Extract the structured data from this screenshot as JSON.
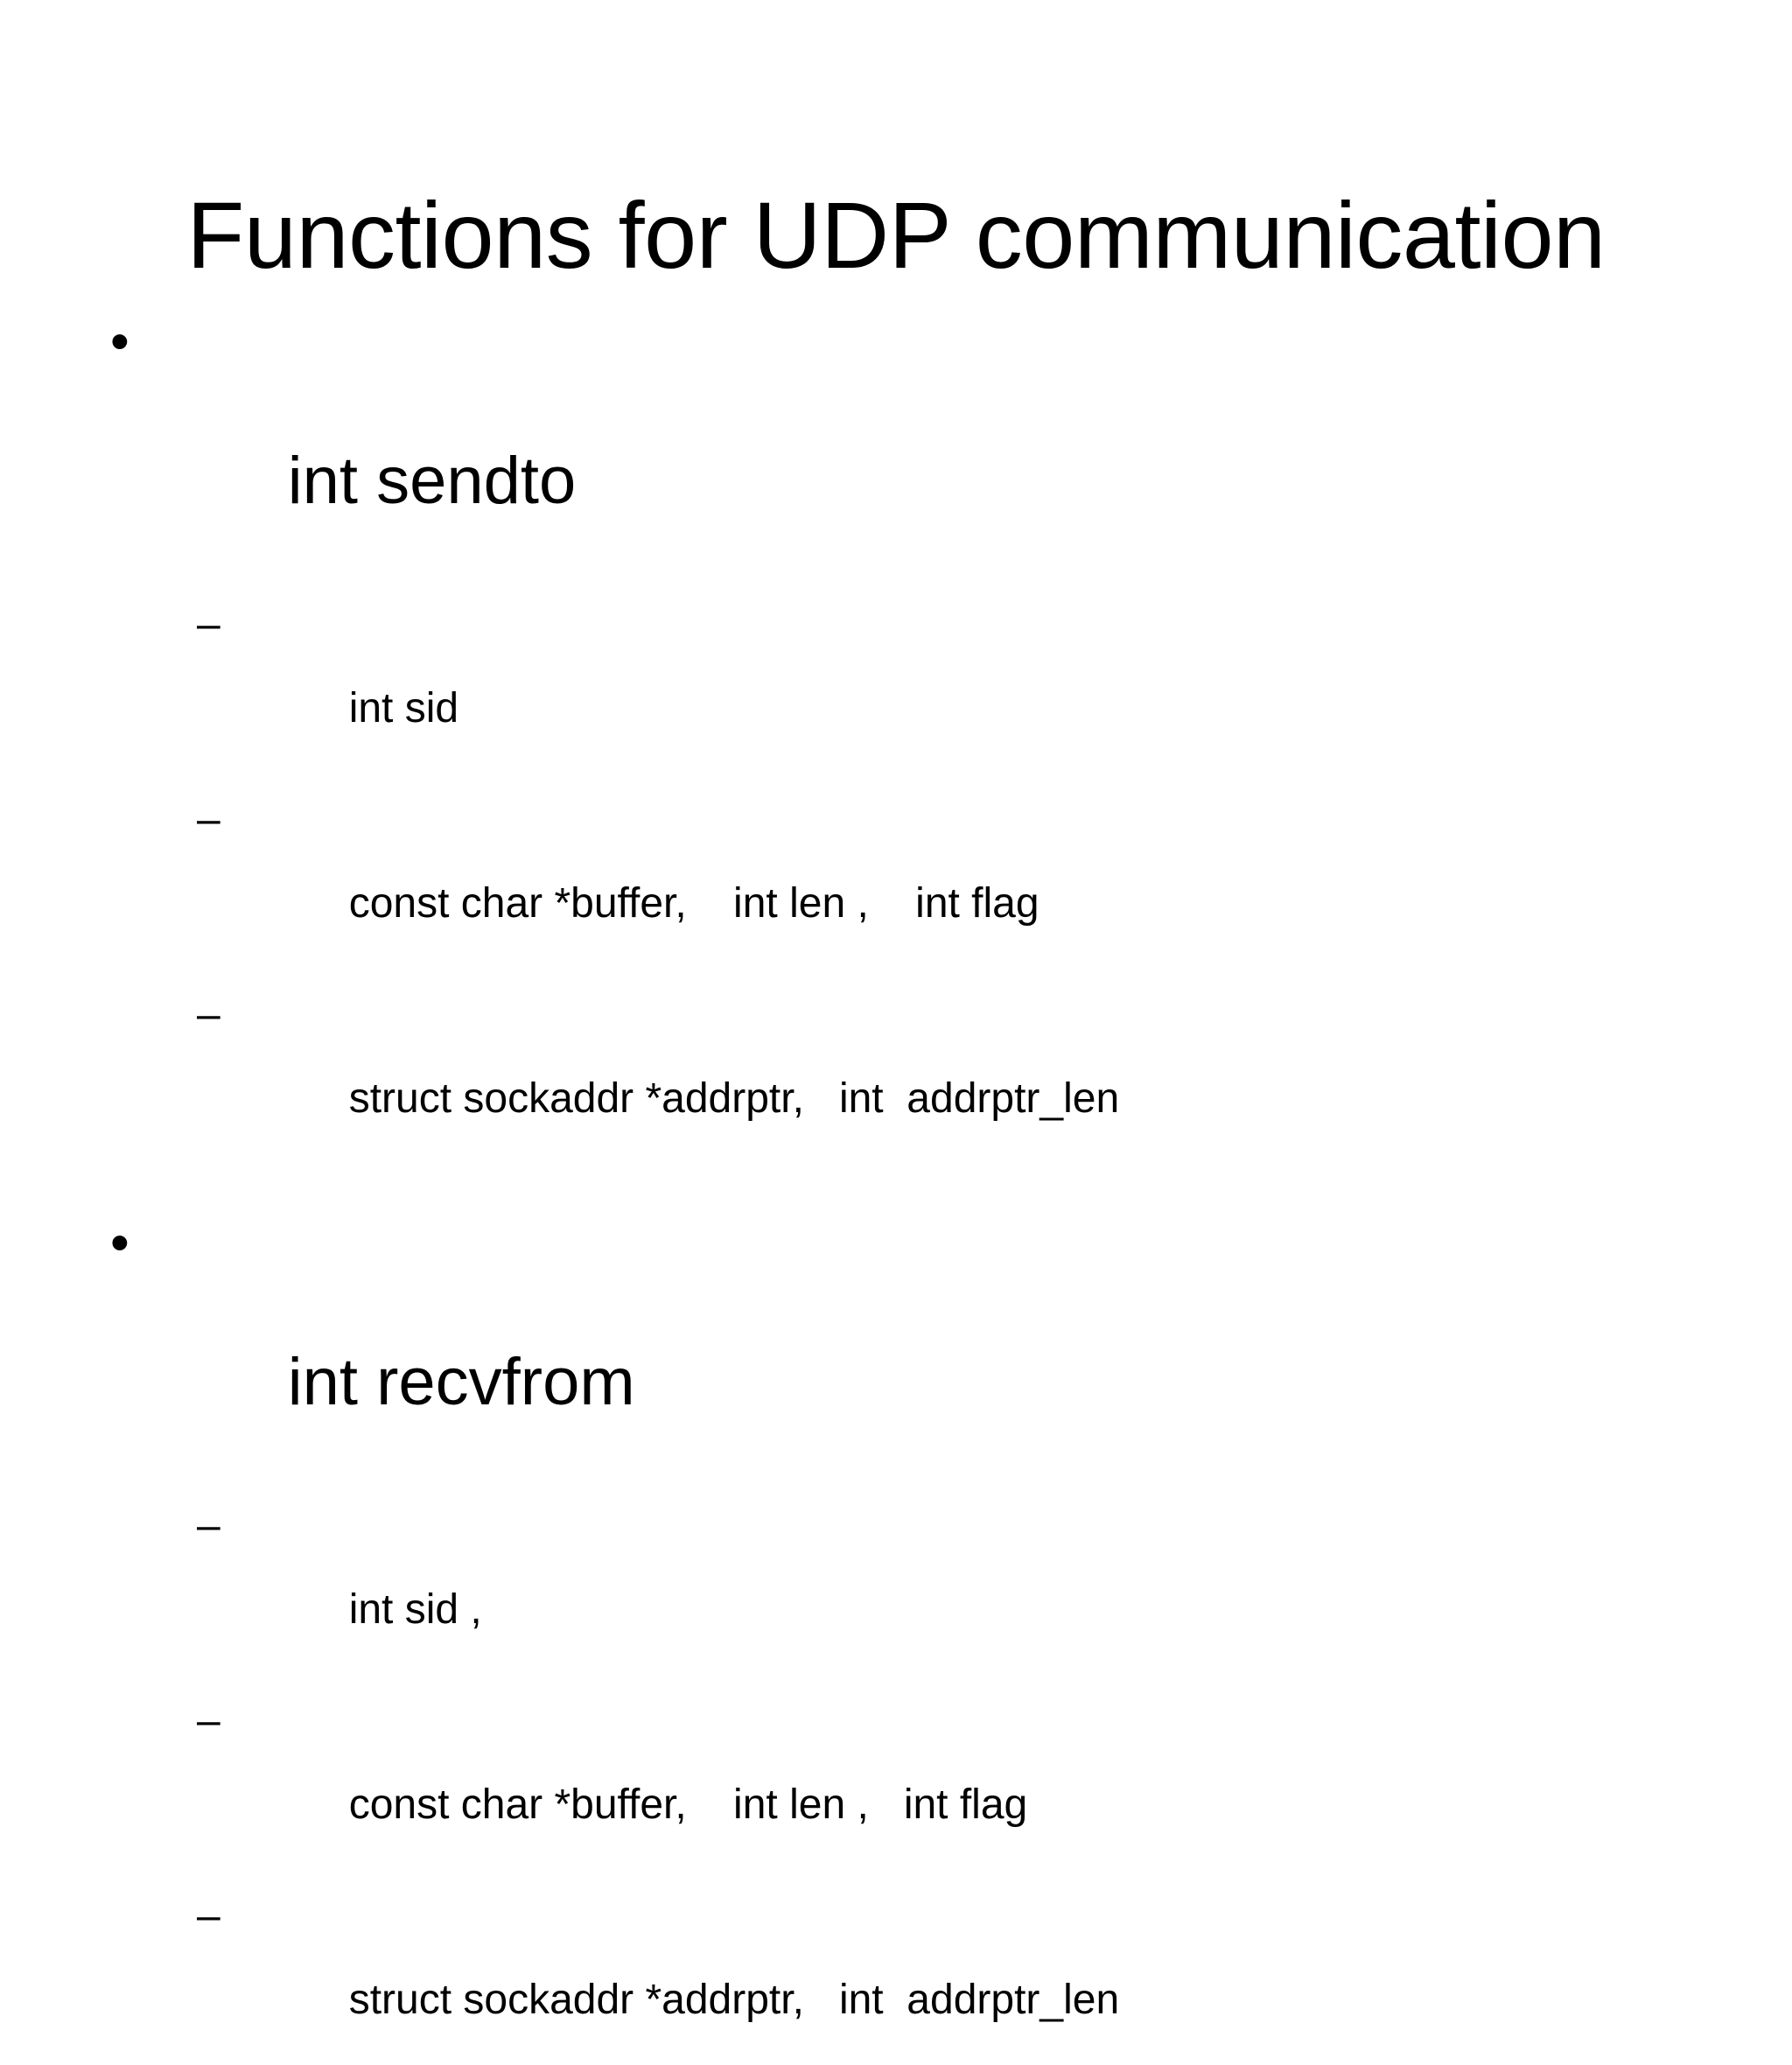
{
  "slide": {
    "title": "Functions for UDP communication",
    "background_color": "#ffffff",
    "text_color": "#000000",
    "bullet_glyph": "•",
    "dash_glyph": "–",
    "sections": [
      {
        "heading": "int sendto",
        "params": [
          "int sid",
          "const char *buffer,    int len ,    int flag",
          "struct sockaddr *addrptr,   int  addrptr_len"
        ]
      },
      {
        "heading": "int recvfrom",
        "params": [
          "int sid ,",
          "const char *buffer,    int len ,   int flag",
          "struct sockaddr *addrptr,   int  addrptr_len"
        ]
      }
    ]
  }
}
